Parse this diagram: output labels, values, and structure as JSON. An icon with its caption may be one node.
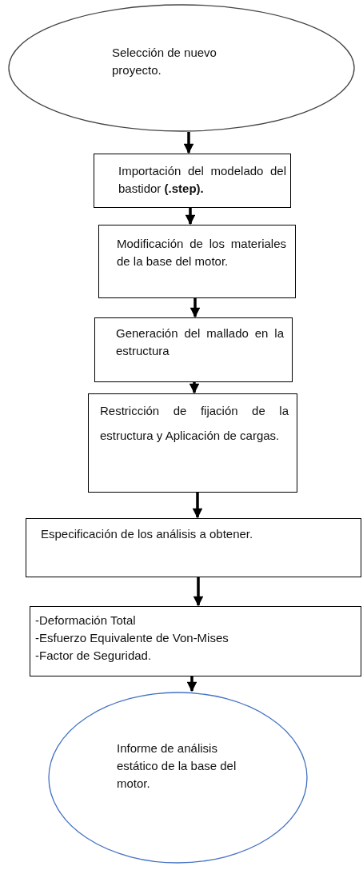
{
  "diagram": {
    "nodes": [
      {
        "text": [
          "Selección de nuevo proyecto."
        ]
      },
      {
        "text": [
          "Importación del modelado del bastidor **(.step).**"
        ]
      },
      {
        "text": [
          "Modificación de los materiales de la base del motor."
        ]
      },
      {
        "text": [
          "Generación del mallado en la estructura"
        ]
      },
      {
        "text": [
          "Restricción de fijación de la estructura y Aplicación de cargas."
        ]
      },
      {
        "text": [
          "Especificación de los análisis a obtener."
        ]
      },
      {
        "text": [
          "-Deformación Total",
          "-Esfuerzo Equivalente de Von-Mises",
          "-Factor de Seguridad."
        ]
      },
      {
        "text": [
          "Informe de análisis estático de la base del motor."
        ]
      }
    ],
    "edges": [
      {
        "from": 0,
        "to": 1,
        "arrow": "to"
      },
      {
        "from": 1,
        "to": 2,
        "arrow": "to"
      },
      {
        "from": 2,
        "to": 3,
        "arrow": "to"
      },
      {
        "from": 3,
        "to": 4,
        "arrow": "to"
      },
      {
        "from": 4,
        "to": 5,
        "arrow": "to"
      },
      {
        "from": 5,
        "to": 6,
        "arrow": "to"
      },
      {
        "from": 6,
        "to": 7,
        "arrow": "to"
      }
    ]
  }
}
